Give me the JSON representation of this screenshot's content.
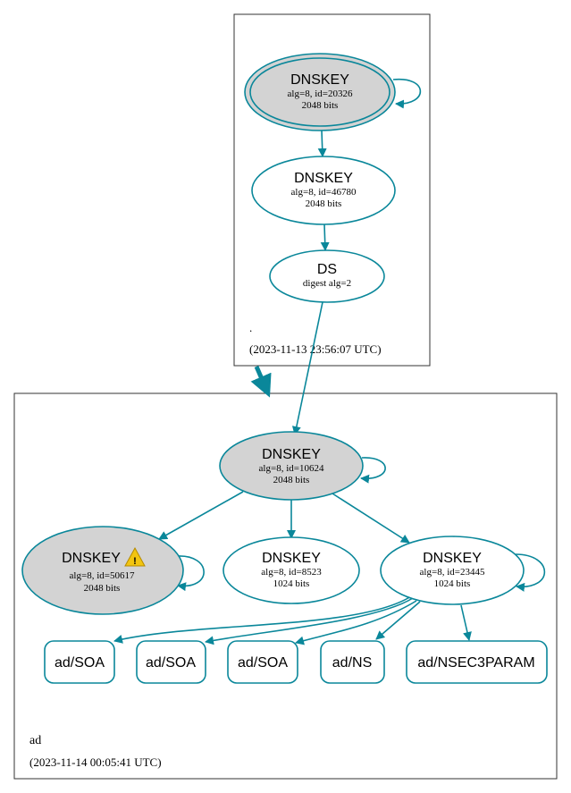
{
  "colors": {
    "edge": "#0a879a",
    "node_fill_ksk": "#d3d3d3",
    "node_fill": "#ffffff",
    "zone_border": "#333333",
    "warning": "#f2c511"
  },
  "zones": {
    "root": {
      "name": ".",
      "timestamp": "(2023-11-13 23:56:07 UTC)"
    },
    "ad": {
      "name": "ad",
      "timestamp": "(2023-11-14 00:05:41 UTC)"
    }
  },
  "nodes": {
    "root_ksk": {
      "title": "DNSKEY",
      "line1": "alg=8, id=20326",
      "line2": "2048 bits"
    },
    "root_zsk": {
      "title": "DNSKEY",
      "line1": "alg=8, id=46780",
      "line2": "2048 bits"
    },
    "root_ds": {
      "title": "DS",
      "line1": "digest alg=2"
    },
    "ad_ksk": {
      "title": "DNSKEY",
      "line1": "alg=8, id=10624",
      "line2": "2048 bits"
    },
    "ad_key_warn": {
      "title": "DNSKEY",
      "line1": "alg=8, id=50617",
      "line2": "2048 bits",
      "icon": "warning-icon"
    },
    "ad_key_8523": {
      "title": "DNSKEY",
      "line1": "alg=8, id=8523",
      "line2": "1024 bits"
    },
    "ad_key_23445": {
      "title": "DNSKEY",
      "line1": "alg=8, id=23445",
      "line2": "1024 bits"
    }
  },
  "records": {
    "soa1": "ad/SOA",
    "soa2": "ad/SOA",
    "soa3": "ad/SOA",
    "ns": "ad/NS",
    "nsec3param": "ad/NSEC3PARAM"
  }
}
